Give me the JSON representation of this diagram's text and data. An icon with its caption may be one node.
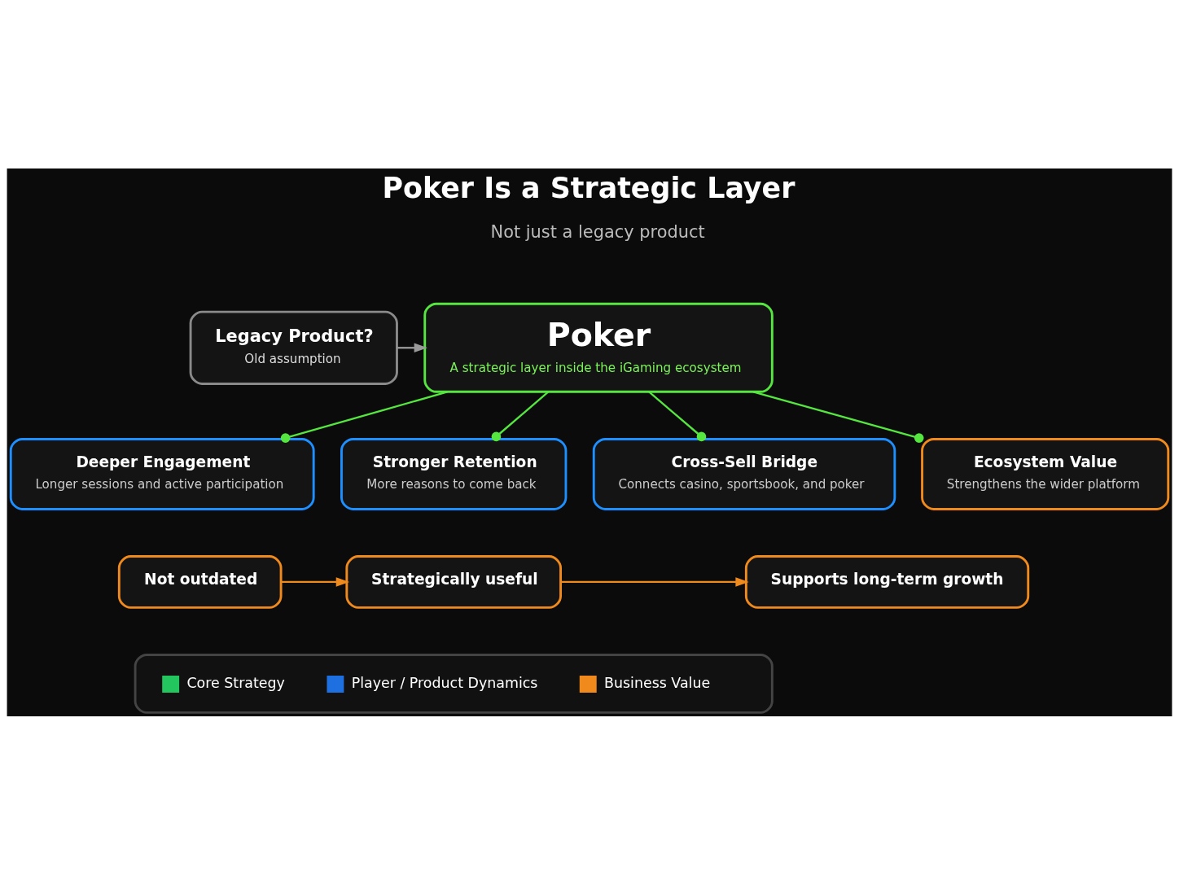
{
  "diagram": {
    "title": "Poker Is a Strategic Layer",
    "nodes": [
      {
        "text": [
          "Legacy Product?",
          "Old assumption"
        ]
      },
      {
        "text": [
          "Poker",
          "A strategic layer inside the iGaming ecosystem"
        ]
      },
      {
        "text": [
          "Deeper Engagement",
          "Longer sessions and active participation"
        ]
      },
      {
        "text": [
          "Stronger Retention",
          "More reasons to come back"
        ]
      },
      {
        "text": [
          "Cross-Sell Bridge",
          "Connects casino, sportsbook, and poker"
        ]
      },
      {
        "text": [
          "Ecosystem Value",
          "Strengthens the wider platform"
        ]
      },
      {
        "text": [
          "Not outdated"
        ]
      },
      {
        "text": [
          "Strategically useful"
        ]
      },
      {
        "text": [
          "Supports long-term growth"
        ]
      }
    ],
    "edges": [
      {
        "from": 0,
        "to": 1,
        "arrow": "to",
        "color": "#9a9a9a"
      },
      {
        "from": 1,
        "to": 2,
        "arrow": "other"
      },
      {
        "from": 1,
        "to": 3,
        "arrow": "other"
      },
      {
        "from": 1,
        "to": 4,
        "arrow": "other"
      },
      {
        "from": 1,
        "to": 5,
        "arrow": "other"
      },
      {
        "from": 6,
        "to": 7,
        "arrow": "to",
        "color": "#f08a1c"
      },
      {
        "from": 7,
        "to": 8,
        "arrow": "to",
        "color": "#f08a1c"
      }
    ],
    "labels": [
      "Not just a legacy product"
    ],
    "legend": [
      {
        "text": "Core Strategy",
        "color": "#22c55e"
      },
      {
        "text": "Player / Product Dynamics",
        "color": "#1e6fe0"
      },
      {
        "text": "Business Value",
        "color": "#f08a1c"
      }
    ]
  }
}
